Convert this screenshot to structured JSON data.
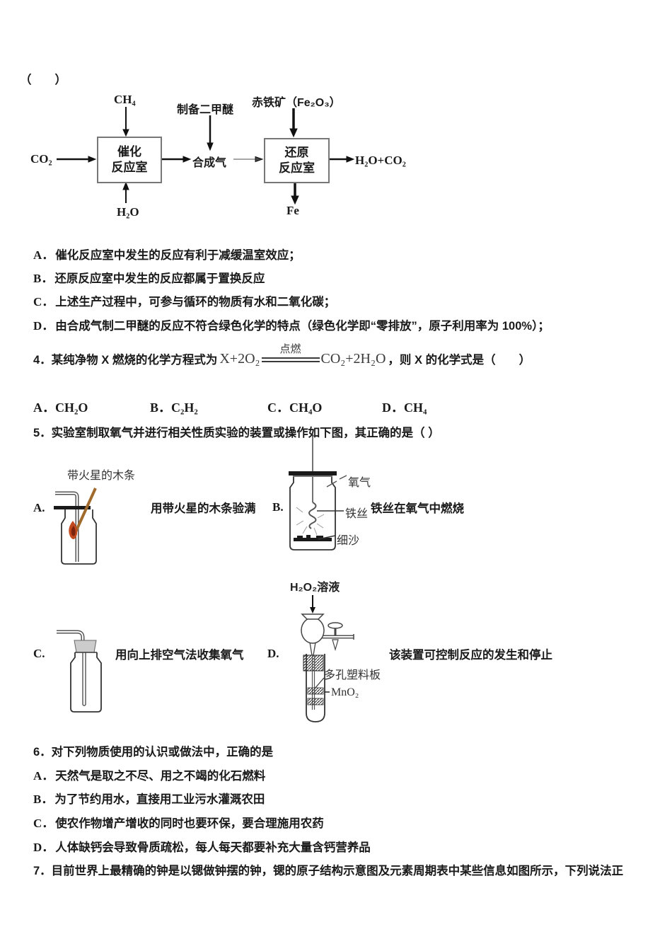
{
  "answer_blank": "（　　）",
  "colors": {
    "ink": "#1a1a1a",
    "flame": "#c2491d",
    "wood": "#a06a2c"
  },
  "q3": {
    "diagram": {
      "ch4": "CH₄",
      "dme_label": "制备二甲醚",
      "hematite_label": "赤铁矿（Fe₂O₃）",
      "co2": "CO₂",
      "catalytic_box": [
        "催化",
        "反应室"
      ],
      "syngas": "合成气",
      "reduction_box": [
        "还原",
        "反应室"
      ],
      "output": "H₂O+CO₂",
      "h2o": "H₂O",
      "fe": "Fe"
    },
    "options": [
      {
        "label": "A．",
        "text": "催化反应室中发生的反应有利于减缓温室效应；"
      },
      {
        "label": "B．",
        "text": "还原反应室中发生的反应都属于置换反应"
      },
      {
        "label": "C．",
        "text": "上述生产过程中，可参与循环的物质有水和二氧化碳；"
      },
      {
        "label": "D．",
        "text": "由合成气制二甲醚的反应不符合绿色化学的特点（绿色化学即“零排放”，原子利用率为 100%）；"
      }
    ]
  },
  "q4": {
    "stem_prefix": "4．某纯净物 X 燃烧的化学方程式为",
    "equation": {
      "lhs": "X+2O₂",
      "condition": "点燃",
      "rhs": "CO₂+2H₂O"
    },
    "stem_suffix": "，则 X 的化学式是（　　）",
    "options": [
      {
        "label": "A．",
        "text": "CH₂O"
      },
      {
        "label": "B．",
        "text": "C₂H₂"
      },
      {
        "label": "C．",
        "text": "CH₄O"
      },
      {
        "label": "D．",
        "text": "CH₄"
      }
    ]
  },
  "q5": {
    "stem": "5．实验室制取氧气并进行相关性质实验的装置或操作如下图，其正确的是（ ）",
    "item_a": {
      "label": "A.",
      "caption": "用带火星的木条验满",
      "splint_label": "带火星的木条"
    },
    "item_b": {
      "label": "B.",
      "caption": "铁丝在氧气中燃烧",
      "oxygen_label": "氧气",
      "wire_label": "铁丝",
      "sand_label": "细沙"
    },
    "item_c": {
      "label": "C.",
      "caption": "用向上排空气法收集氧气"
    },
    "item_d": {
      "label": "D.",
      "caption": "该装置可控制反应的发生和停止",
      "solution_label": "H₂O₂溶液",
      "plate_label": "多孔塑料板",
      "mno2_label": "MnO₂"
    }
  },
  "q6": {
    "stem": "6．对下列物质使用的认识或做法中，正确的是",
    "options": [
      {
        "label": "A．",
        "text": "天然气是取之不尽、用之不竭的化石燃料"
      },
      {
        "label": "B．",
        "text": "为了节约用水，直接用工业污水灌溉农田"
      },
      {
        "label": "C．",
        "text": "使农作物增产增收的同时也要环保，要合理施用农药"
      },
      {
        "label": "D．",
        "text": "人体缺钙会导致骨质疏松，每人每天都要补充大量含钙营养品"
      }
    ]
  },
  "q7": {
    "stem": "7．目前世界上最精确的钟是以锶做钟摆的钟，锶的原子结构示意图及元素周期表中某些信息如图所示，下列说法正"
  }
}
